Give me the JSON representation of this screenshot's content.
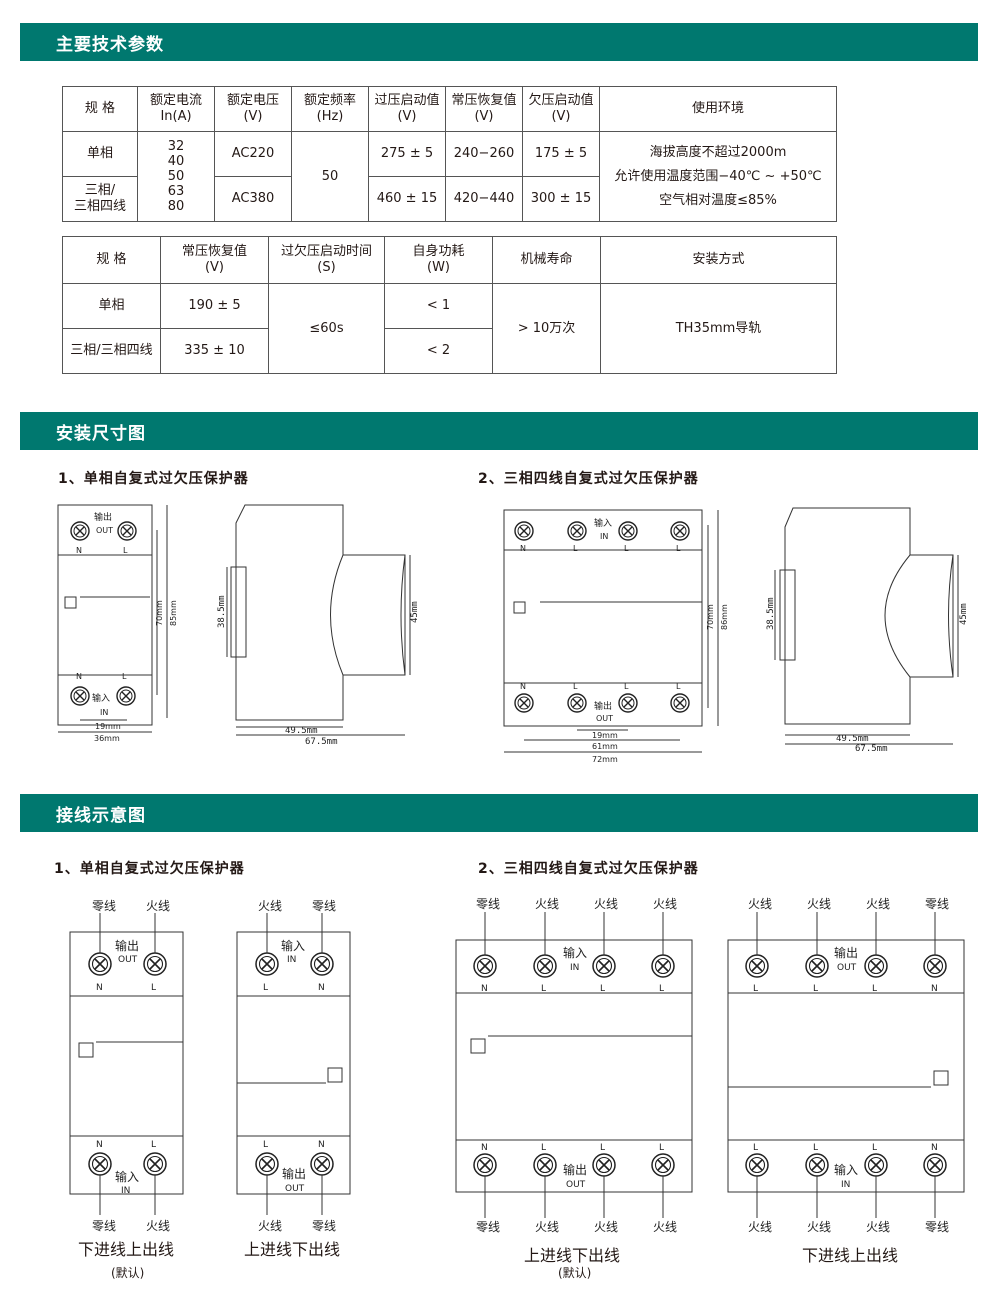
{
  "sections": {
    "params": "主要技术参数",
    "dims": "安装尺寸图",
    "wiring": "接线示意图"
  },
  "table1": {
    "h_spec": "规  格",
    "h_current": [
      "额定电流",
      "In(A)"
    ],
    "h_voltage": [
      "额定电压",
      "(V)"
    ],
    "h_freq": [
      "额定频率",
      "(Hz)"
    ],
    "h_ov": [
      "过压启动值",
      "(V)"
    ],
    "h_rec": [
      "常压恢复值",
      "(V)"
    ],
    "h_uv": [
      "欠压启动值",
      "(V)"
    ],
    "h_env": "使用环境",
    "row1_name": "单相",
    "row2_name": [
      "三相/",
      "三相四线"
    ],
    "currents": [
      "32",
      "40",
      "50",
      "63",
      "80"
    ],
    "v1": "AC220",
    "v2": "AC380",
    "freq": "50",
    "ov1": "275 ± 5",
    "ov2": "460 ± 15",
    "rec1": "240−260",
    "rec2": "420−440",
    "uv1": "175 ± 5",
    "uv2": "300 ± 15",
    "env": [
      "海拔高度不超过2000m",
      "允许使用温度范围−40℃ ~ +50℃",
      "空气相对温度≤85%"
    ]
  },
  "table2": {
    "h_spec": "规  格",
    "h_rec": [
      "常压恢复值",
      "(V)"
    ],
    "h_time": [
      "过欠压启动时间",
      "(S)"
    ],
    "h_power": [
      "自身功耗",
      "(W)"
    ],
    "h_life": "机械寿命",
    "h_mount": "安装方式",
    "row1_name": "单相",
    "row2_name": "三相/三相四线",
    "rec1": "190 ± 5",
    "rec2": "335 ± 10",
    "time": "≤60s",
    "p1": "< 1",
    "p2": "< 2",
    "life": "> 10万次",
    "mount": "TH35mm导轨"
  },
  "dims": {
    "title1": "1、单相自复式过欠压保护器",
    "title2": "2、三相四线自复式过欠压保护器",
    "single": {
      "out_cn": "输出",
      "out_en": "OUT",
      "in_cn": "输入",
      "in_en": "IN",
      "n": "N",
      "l": "L",
      "h_inner": "70mm",
      "h_outer": "85mm",
      "w_inner": "19mm",
      "w_outer": "36mm"
    },
    "side": {
      "rail": "38.5mm",
      "h": "45mm",
      "w_inner": "49.5mm",
      "w_outer": "67.5mm"
    },
    "three": {
      "in_cn": "输入",
      "in_en": "IN",
      "out_cn": "输出",
      "out_en": "OUT",
      "n": "N",
      "l": "L",
      "h_inner": "70mm",
      "h_outer": "86mm",
      "w1": "19mm",
      "w2": "61mm",
      "w3": "72mm"
    }
  },
  "wiring": {
    "title1": "1、单相自复式过欠压保护器",
    "title2": "2、三相四线自复式过欠压保护器",
    "zero": "零线",
    "fire": "火线",
    "out_cn": "输出",
    "out_en": "OUT",
    "in_cn": "输入",
    "in_en": "IN",
    "n": "N",
    "l": "L",
    "cap_bottom_in": "下进线上出线",
    "cap_top_in": "上进线下出线",
    "default": "(默认)"
  },
  "colors": {
    "banner": "#00786f",
    "text": "#231815",
    "line": "#333333"
  }
}
